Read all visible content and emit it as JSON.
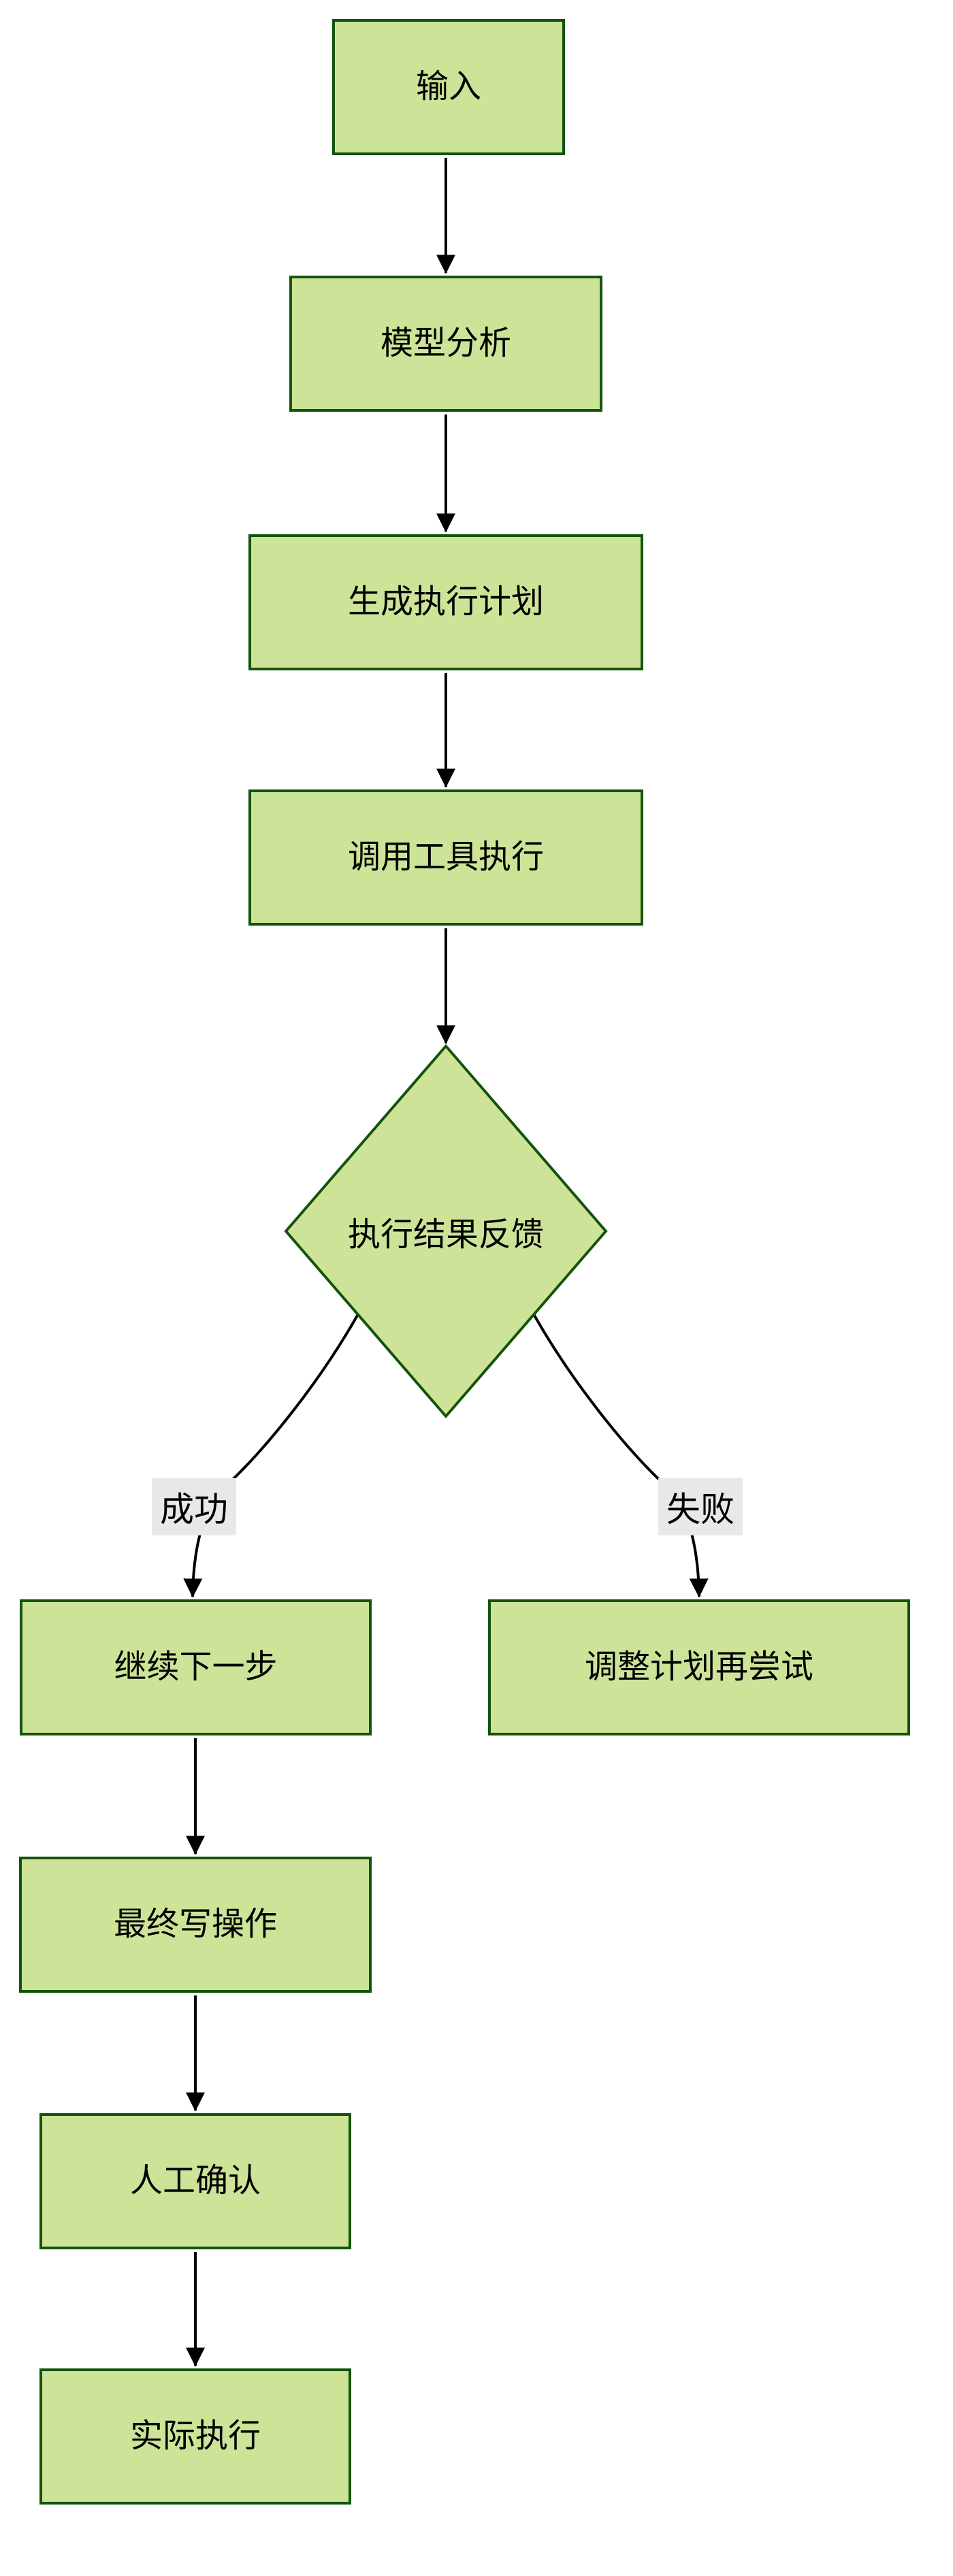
{
  "diagram": {
    "type": "flowchart",
    "direction": "top-down",
    "nodes": [
      {
        "id": "input",
        "label": "输入",
        "shape": "rect"
      },
      {
        "id": "model_analysis",
        "label": "模型分析",
        "shape": "rect"
      },
      {
        "id": "generate_plan",
        "label": "生成执行计划",
        "shape": "rect"
      },
      {
        "id": "call_tools",
        "label": "调用工具执行",
        "shape": "rect"
      },
      {
        "id": "result_feedback",
        "label": "执行结果反馈",
        "shape": "diamond"
      },
      {
        "id": "continue_next",
        "label": "继续下一步",
        "shape": "rect"
      },
      {
        "id": "adjust_retry",
        "label": "调整计划再尝试",
        "shape": "rect"
      },
      {
        "id": "final_write",
        "label": "最终写操作",
        "shape": "rect"
      },
      {
        "id": "human_confirm",
        "label": "人工确认",
        "shape": "rect"
      },
      {
        "id": "actual_execute",
        "label": "实际执行",
        "shape": "rect"
      }
    ],
    "edges": [
      {
        "from": "input",
        "to": "model_analysis",
        "label": ""
      },
      {
        "from": "model_analysis",
        "to": "generate_plan",
        "label": ""
      },
      {
        "from": "generate_plan",
        "to": "call_tools",
        "label": ""
      },
      {
        "from": "call_tools",
        "to": "result_feedback",
        "label": ""
      },
      {
        "from": "result_feedback",
        "to": "continue_next",
        "label": "成功"
      },
      {
        "from": "result_feedback",
        "to": "adjust_retry",
        "label": "失败"
      },
      {
        "from": "continue_next",
        "to": "final_write",
        "label": ""
      },
      {
        "from": "final_write",
        "to": "human_confirm",
        "label": ""
      },
      {
        "from": "human_confirm",
        "to": "actual_execute",
        "label": ""
      }
    ],
    "colors": {
      "node_fill": "#cde498",
      "node_border": "#13540c",
      "edge": "#000000",
      "edge_label_bg": "#e8e8e8",
      "text": "#000000",
      "background": "#ffffff"
    }
  }
}
